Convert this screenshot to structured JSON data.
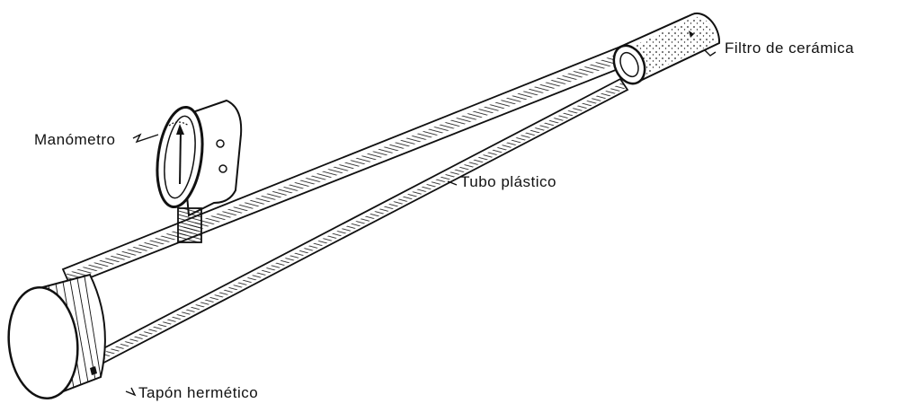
{
  "labels": {
    "ceramic_filter": "Filtro de cerámica",
    "pressure_gauge": "Manómetro",
    "plastic_tube": "Tubo plástico",
    "hermetic_cap": "Tapón hermético"
  },
  "colors": {
    "ink": "#111111",
    "paper": "#ffffff"
  }
}
